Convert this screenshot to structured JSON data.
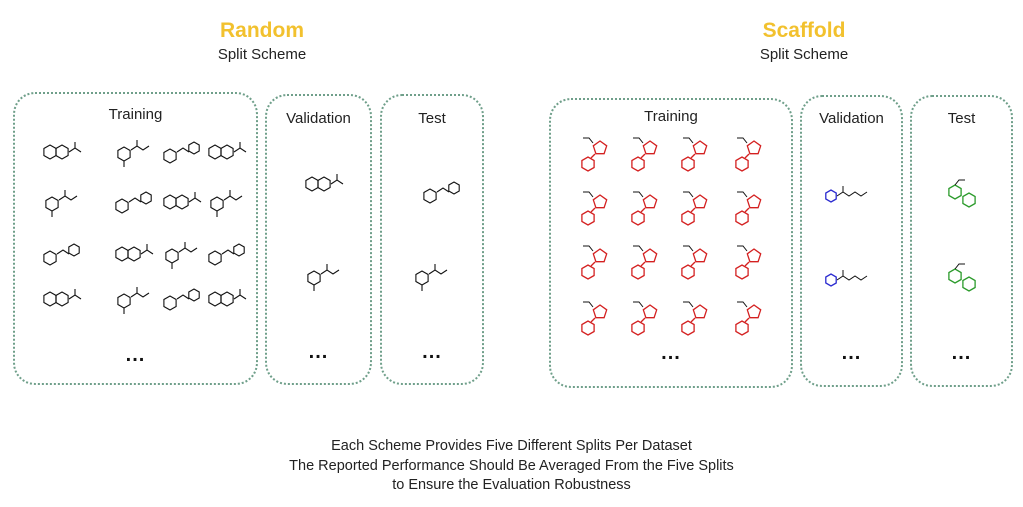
{
  "schemes": [
    {
      "title": "Random",
      "subtitle": "Split Scheme",
      "panels": {
        "training": "Training",
        "validation": "Validation",
        "test": "Test"
      },
      "ellipsis": "..."
    },
    {
      "title": "Scaffold",
      "subtitle": "Split Scheme",
      "panels": {
        "training": "Training",
        "validation": "Validation",
        "test": "Test"
      },
      "ellipsis": "..."
    }
  ],
  "colors": {
    "title": "#f2c12e",
    "panel_border": "#6f9f8a",
    "scaffold_train": "#d42020",
    "scaffold_val": "#2b2bd0",
    "scaffold_test": "#2a9a2a",
    "random": "#111111"
  },
  "footnote": {
    "line1": "Each Scheme Provides Five Different Splits Per Dataset",
    "line2": "The Reported Performance Should Be Averaged From the Five Splits",
    "line3": "to Ensure the Evaluation Robustness"
  }
}
